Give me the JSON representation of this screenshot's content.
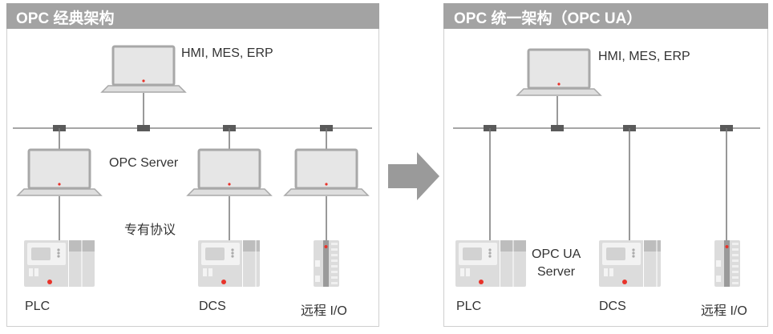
{
  "left_panel": {
    "title": "OPC 经典架构",
    "client_label": "HMI, MES, ERP",
    "server_label": "OPC Server",
    "protocol_label": "专有协议",
    "devices": [
      "PLC",
      "DCS",
      "远程 I/O"
    ]
  },
  "right_panel": {
    "title": "OPC 统一架构（OPC UA）",
    "client_label": "HMI, MES, ERP",
    "server_label_line1": "OPC UA",
    "server_label_line2": "Server",
    "devices": [
      "PLC",
      "DCS",
      "远程 I/O"
    ]
  },
  "colors": {
    "header": "#a3a3a3",
    "accent": "#e8332a",
    "line": "#777777",
    "device": "#dcdcdc"
  }
}
